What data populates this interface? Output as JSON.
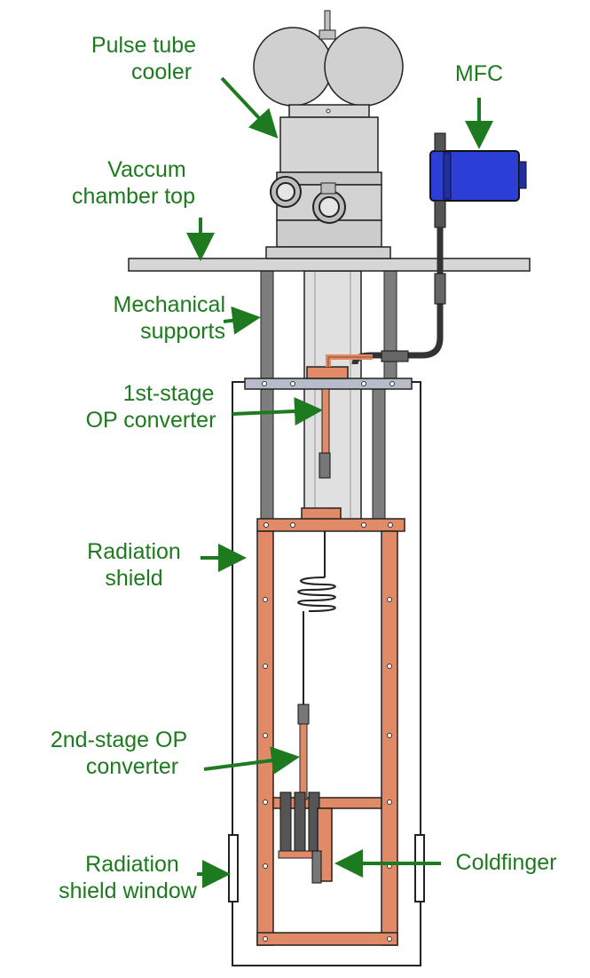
{
  "labels": {
    "pulse_tube": [
      "Pulse tube",
      "cooler"
    ],
    "mfc": [
      "MFC"
    ],
    "vacuum_top": [
      "Vaccum",
      "chamber top"
    ],
    "mech_supports": [
      "Mechanical",
      "supports"
    ],
    "first_stage": [
      "1st-stage",
      "OP converter"
    ],
    "rad_shield": [
      "Radiation",
      "shield"
    ],
    "second_stage": [
      "2nd-stage OP",
      "converter"
    ],
    "rad_window": [
      "Radiation",
      "shield window"
    ],
    "coldfinger": [
      "Coldfinger"
    ]
  },
  "colors": {
    "label_green": "#1e7a1e",
    "copper": "#e08a67",
    "copper_dark": "#8a4a2a",
    "mfc_blue": "#2b3fd6",
    "steel": "#c8c8c8",
    "support_gray": "#7d7d7d"
  }
}
